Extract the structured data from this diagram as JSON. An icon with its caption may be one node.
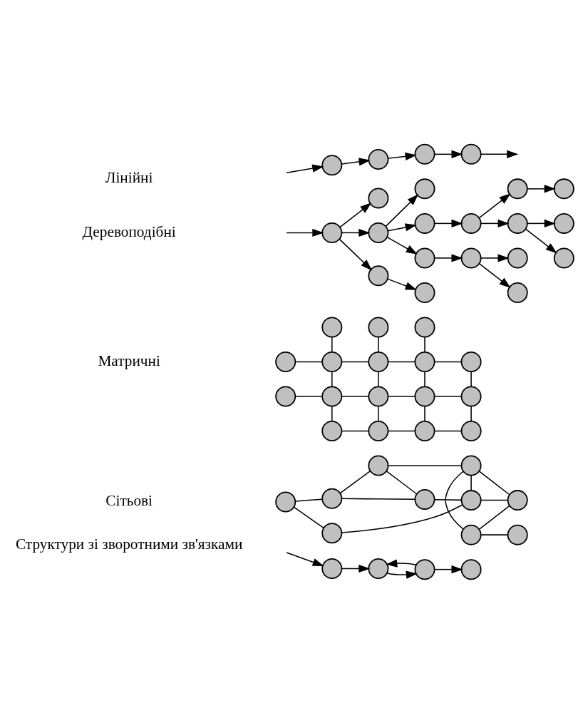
{
  "diagram": {
    "nodes": [
      {
        "text": [],
        "shape": "circle"
      },
      {
        "text": [],
        "shape": "circle"
      },
      {
        "text": [],
        "shape": "circle"
      },
      {
        "text": [],
        "shape": "circle"
      },
      {
        "text": [],
        "shape": "circle"
      },
      {
        "text": [],
        "shape": "circle"
      },
      {
        "text": [],
        "shape": "circle"
      },
      {
        "text": [],
        "shape": "circle"
      },
      {
        "text": [],
        "shape": "circle"
      },
      {
        "text": [],
        "shape": "circle"
      },
      {
        "text": [],
        "shape": "circle"
      },
      {
        "text": [],
        "shape": "circle"
      },
      {
        "text": [],
        "shape": "circle"
      },
      {
        "text": [],
        "shape": "circle"
      },
      {
        "text": [],
        "shape": "circle"
      },
      {
        "text": [],
        "shape": "circle"
      },
      {
        "text": [],
        "shape": "circle"
      },
      {
        "text": [],
        "shape": "circle"
      },
      {
        "text": [],
        "shape": "circle"
      },
      {
        "text": [],
        "shape": "circle"
      },
      {
        "text": [],
        "shape": "circle"
      },
      {
        "text": [],
        "shape": "circle"
      },
      {
        "text": [],
        "shape": "circle"
      },
      {
        "text": [],
        "shape": "circle"
      },
      {
        "text": [],
        "shape": "circle"
      },
      {
        "text": [],
        "shape": "circle"
      },
      {
        "text": [],
        "shape": "circle"
      },
      {
        "text": [],
        "shape": "circle"
      },
      {
        "text": [],
        "shape": "circle"
      },
      {
        "text": [],
        "shape": "circle"
      },
      {
        "text": [],
        "shape": "circle"
      },
      {
        "text": [],
        "shape": "circle"
      },
      {
        "text": [],
        "shape": "circle"
      },
      {
        "text": [],
        "shape": "circle"
      },
      {
        "text": [],
        "shape": "circle"
      },
      {
        "text": [],
        "shape": "circle"
      },
      {
        "text": [],
        "shape": "circle"
      },
      {
        "text": [],
        "shape": "circle"
      },
      {
        "text": [],
        "shape": "circle"
      },
      {
        "text": [],
        "shape": "circle"
      },
      {
        "text": [],
        "shape": "circle"
      },
      {
        "text": [],
        "shape": "circle"
      },
      {
        "text": [],
        "shape": "circle"
      },
      {
        "text": [],
        "shape": "circle"
      },
      {
        "text": [],
        "shape": "circle"
      },
      {
        "text": [],
        "shape": "circle"
      },
      {
        "text": [],
        "shape": "circle"
      },
      {
        "text": [],
        "shape": "circle"
      },
      {
        "text": [],
        "shape": "circle"
      },
      {
        "text": [],
        "shape": "circle"
      },
      {
        "text": [],
        "shape": "circle"
      },
      {
        "text": [],
        "shape": "circle"
      }
    ],
    "edges": [
      {
        "from": null,
        "to": 0,
        "arrow": "to"
      },
      {
        "from": 0,
        "to": 1,
        "arrow": "to"
      },
      {
        "from": 1,
        "to": 2,
        "arrow": "to"
      },
      {
        "from": 2,
        "to": 3,
        "arrow": "to"
      },
      {
        "from": 3,
        "to": null,
        "arrow": "to"
      },
      {
        "from": null,
        "to": 4,
        "arrow": "to"
      },
      {
        "from": 4,
        "to": 5,
        "arrow": "to"
      },
      {
        "from": 4,
        "to": 6,
        "arrow": "to"
      },
      {
        "from": 4,
        "to": 7,
        "arrow": "to"
      },
      {
        "from": 7,
        "to": 8,
        "arrow": "to"
      },
      {
        "from": 6,
        "to": 9,
        "arrow": "to"
      },
      {
        "from": 6,
        "to": 10,
        "arrow": "to"
      },
      {
        "from": 6,
        "to": 11,
        "arrow": "to"
      },
      {
        "from": 10,
        "to": 12,
        "arrow": "to"
      },
      {
        "from": 11,
        "to": 13,
        "arrow": "to"
      },
      {
        "from": 13,
        "to": 14,
        "arrow": "to"
      },
      {
        "from": 13,
        "to": 15,
        "arrow": "to"
      },
      {
        "from": 12,
        "to": 16,
        "arrow": "to"
      },
      {
        "from": 16,
        "to": 17,
        "arrow": "to"
      },
      {
        "from": 12,
        "to": 18,
        "arrow": "to"
      },
      {
        "from": 18,
        "to": 19,
        "arrow": "to"
      },
      {
        "from": 18,
        "to": 20,
        "arrow": "to"
      },
      {
        "from": 21,
        "to": 25,
        "arrow": "none"
      },
      {
        "from": 22,
        "to": 26,
        "arrow": "none"
      },
      {
        "from": 23,
        "to": 27,
        "arrow": "none"
      },
      {
        "from": 24,
        "to": 25,
        "arrow": "none"
      },
      {
        "from": 25,
        "to": 26,
        "arrow": "none"
      },
      {
        "from": 26,
        "to": 27,
        "arrow": "none"
      },
      {
        "from": 27,
        "to": 28,
        "arrow": "none"
      },
      {
        "from": 25,
        "to": 30,
        "arrow": "none"
      },
      {
        "from": 26,
        "to": 31,
        "arrow": "none"
      },
      {
        "from": 27,
        "to": 32,
        "arrow": "none"
      },
      {
        "from": 28,
        "to": 33,
        "arrow": "none"
      },
      {
        "from": 29,
        "to": 30,
        "arrow": "none"
      },
      {
        "from": 30,
        "to": 31,
        "arrow": "none"
      },
      {
        "from": 31,
        "to": 32,
        "arrow": "none"
      },
      {
        "from": 32,
        "to": 33,
        "arrow": "none"
      },
      {
        "from": 30,
        "to": 34,
        "arrow": "none"
      },
      {
        "from": 31,
        "to": 35,
        "arrow": "none"
      },
      {
        "from": 32,
        "to": 36,
        "arrow": "none"
      },
      {
        "from": 33,
        "to": 37,
        "arrow": "none"
      },
      {
        "from": 34,
        "to": 35,
        "arrow": "none"
      },
      {
        "from": 35,
        "to": 36,
        "arrow": "none"
      },
      {
        "from": 36,
        "to": 37,
        "arrow": "none"
      },
      {
        "from": 38,
        "to": 39,
        "arrow": "none"
      },
      {
        "from": 38,
        "to": 45,
        "arrow": "none"
      },
      {
        "from": 39,
        "to": 40,
        "arrow": "none"
      },
      {
        "from": 39,
        "to": 43,
        "arrow": "none"
      },
      {
        "from": 40,
        "to": 43,
        "arrow": "none"
      },
      {
        "from": 40,
        "to": 44,
        "arrow": "none"
      },
      {
        "from": 43,
        "to": 46,
        "arrow": "none"
      },
      {
        "from": 45,
        "to": 46,
        "arrow": "none"
      },
      {
        "from": 46,
        "to": 47,
        "arrow": "none"
      },
      {
        "from": 46,
        "to": 44,
        "arrow": "none"
      },
      {
        "from": 44,
        "to": 41,
        "arrow": "none"
      },
      {
        "from": 44,
        "to": 47,
        "arrow": "none"
      },
      {
        "from": 41,
        "to": 47,
        "arrow": "none"
      },
      {
        "from": 41,
        "to": 42,
        "arrow": "none"
      },
      {
        "from": null,
        "to": 48,
        "arrow": "to"
      },
      {
        "from": 48,
        "to": 49,
        "arrow": "to"
      },
      {
        "from": 49,
        "to": 50,
        "arrow": "to"
      },
      {
        "from": 50,
        "to": 51,
        "arrow": "to"
      },
      {
        "from": 50,
        "to": 49,
        "arrow": "to"
      }
    ],
    "labels": [
      "Лінійні",
      "Деревоподібні",
      "Матричні",
      "Сітьові",
      "Структури зі зворотними зв'язками"
    ]
  }
}
